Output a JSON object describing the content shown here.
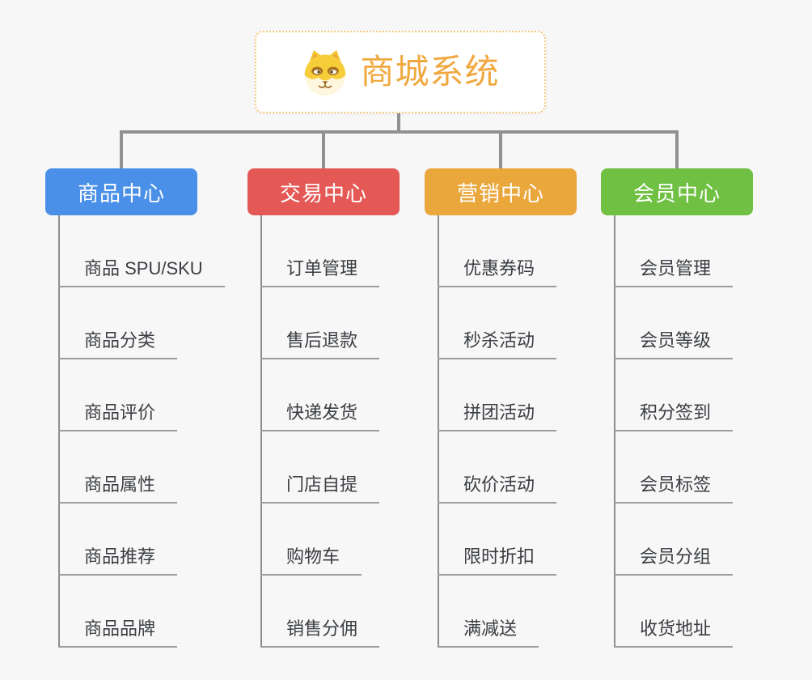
{
  "page": {
    "background_color": "#f7f7f7",
    "connector_color": "#919191",
    "underline_color": "#9c9c9c"
  },
  "root": {
    "title": "商城系统",
    "icon": "dog-face-icon",
    "text_color": "#f0a940",
    "border_color": "#f6c97e"
  },
  "branches": [
    {
      "label": "商品中心",
      "color": "#4a90e8",
      "items": [
        "商品 SPU/SKU",
        "商品分类",
        "商品评价",
        "商品属性",
        "商品推荐",
        "商品品牌"
      ]
    },
    {
      "label": "交易中心",
      "color": "#e45955",
      "items": [
        "订单管理",
        "售后退款",
        "快递发货",
        "门店自提",
        "购物车",
        "销售分佣"
      ]
    },
    {
      "label": "营销中心",
      "color": "#eaa73c",
      "items": [
        "优惠券码",
        "秒杀活动",
        "拼团活动",
        "砍价活动",
        "限时折扣",
        "满减送"
      ]
    },
    {
      "label": "会员中心",
      "color": "#6fc043",
      "items": [
        "会员管理",
        "会员等级",
        "积分签到",
        "会员标签",
        "会员分组",
        "收货地址"
      ]
    }
  ]
}
